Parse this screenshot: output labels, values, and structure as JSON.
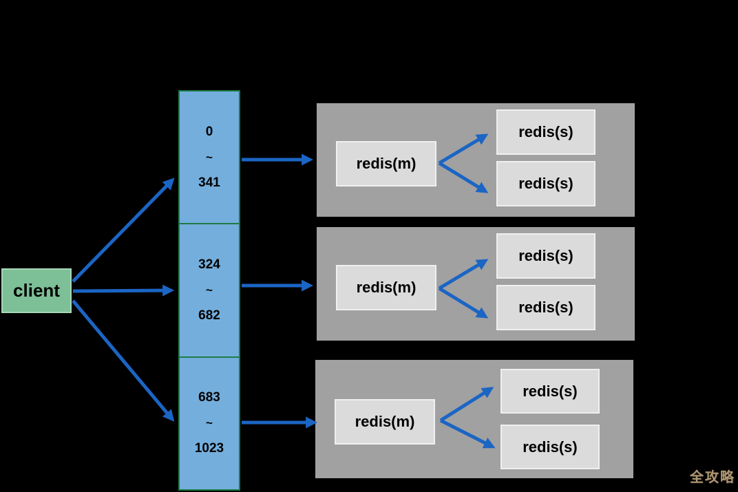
{
  "colors": {
    "background": "#000000",
    "client_fill": "#7dc098",
    "client_border": "#a8d8b7",
    "slot_fill": "#74aedc",
    "slot_border": "#1e7b45",
    "panel_fill": "#a1a1a1",
    "node_fill": "#dbdbdb",
    "node_border": "#f0f0f0",
    "arrow": "#1b65c4",
    "text": "#000000",
    "watermark": "#ad9873"
  },
  "client": {
    "label": "client"
  },
  "slots": {
    "ranges": [
      {
        "start": "0",
        "separator": "~",
        "end": "341"
      },
      {
        "start": "324",
        "separator": "~",
        "end": "682"
      },
      {
        "start": "683",
        "separator": "~",
        "end": "1023"
      }
    ]
  },
  "clusters": [
    {
      "master": "redis(m)",
      "slaves": [
        "redis(s)",
        "redis(s)"
      ]
    },
    {
      "master": "redis(m)",
      "slaves": [
        "redis(s)",
        "redis(s)"
      ]
    },
    {
      "master": "redis(m)",
      "slaves": [
        "redis(s)",
        "redis(s)"
      ]
    }
  ],
  "watermark": {
    "text": "全攻略"
  }
}
